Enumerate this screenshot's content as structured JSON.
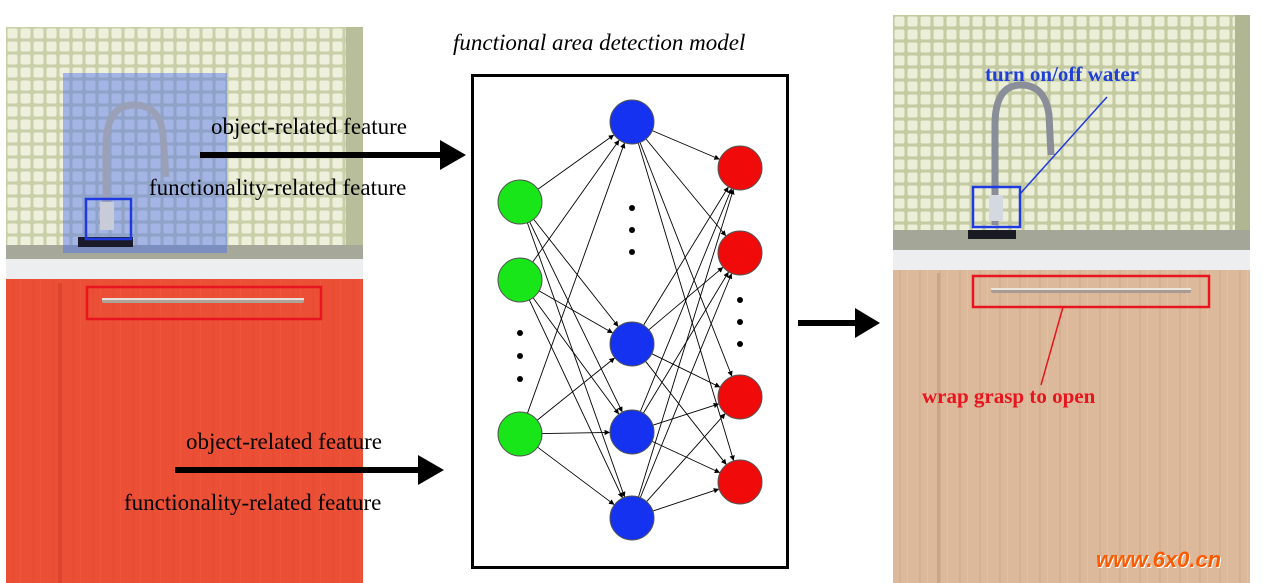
{
  "model": {
    "title": "functional area detection model"
  },
  "input_features": {
    "top": {
      "object_label": "object-related feature",
      "function_label": "functionality-related feature"
    },
    "bottom": {
      "object_label": "object-related feature",
      "function_label": "functionality-related feature"
    }
  },
  "output_annotations": {
    "faucet": "turn on/off water",
    "handle": "wrap grasp to open"
  },
  "watermark": "www.6x0.cn",
  "network": {
    "input_nodes": 3,
    "hidden_nodes": 4,
    "output_nodes": 4,
    "input_color": "#19e619",
    "hidden_color": "#1432f0",
    "output_color": "#f00a0a"
  },
  "colors": {
    "blue_region": "#4a6cf0",
    "red_region": "#ff3b2a",
    "blue_box": "#1e3ae0",
    "red_box": "#e8141e"
  }
}
